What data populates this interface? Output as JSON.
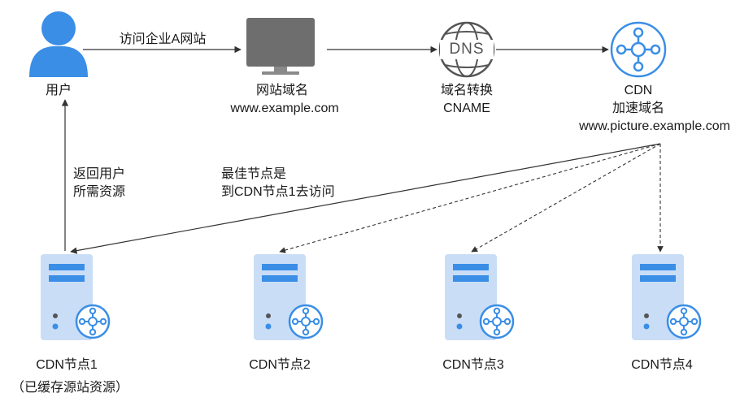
{
  "user": {
    "label": "用户",
    "icon": "user-icon"
  },
  "arrows": {
    "visit": "访问企业A网站",
    "return_line1": "返回用户",
    "return_line2": "所需资源",
    "best_line1": "最佳节点是",
    "best_line2": "到CDN节点1去访问"
  },
  "website": {
    "line1": "网站域名",
    "line2": "www.example.com",
    "icon": "monitor-icon"
  },
  "dns": {
    "badge": "DNS",
    "line1": "域名转换",
    "line2": "CNAME",
    "icon": "dns-globe-icon"
  },
  "cdn": {
    "line1": "CDN",
    "line2": "加速域名",
    "line3": "www.picture.example.com",
    "icon": "cdn-network-icon"
  },
  "nodes": [
    {
      "label": "CDN节点1",
      "sub": "（已缓存源站资源）"
    },
    {
      "label": "CDN节点2"
    },
    {
      "label": "CDN节点3"
    },
    {
      "label": "CDN节点4"
    }
  ],
  "colors": {
    "accent": "#3a8ee6",
    "server": "#c9ddf7",
    "server_dark": "#3a8ee6",
    "monitor": "#6e6e6e",
    "line": "#333333"
  }
}
